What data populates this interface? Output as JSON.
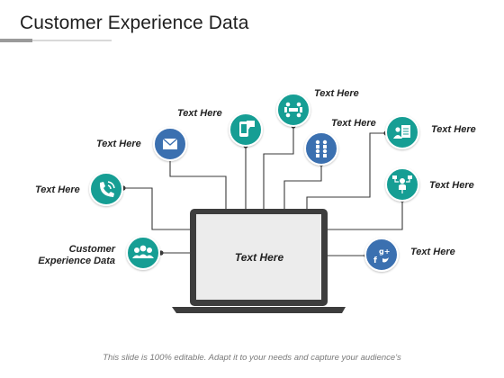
{
  "title": "Customer Experience Data",
  "center_label": "Text Here",
  "labels": {
    "left_main": "Customer Experience Data",
    "phone": "Text Here",
    "mail": "Text Here",
    "phone_chat": "Text Here",
    "meeting": "Text Here",
    "team": "Text Here",
    "clipboard": "Text Here",
    "org": "Text Here",
    "social": "Text Here"
  },
  "footer": "This slide is 100% editable. Adapt it to your needs and capture your audience's",
  "colors": {
    "blue": "#3a6fb0",
    "teal": "#169e94",
    "laptop_frame": "#3d3d3d",
    "screen": "#ececec",
    "connector": "#3a3a3a"
  },
  "icons": [
    "phone-icon",
    "mail-icon",
    "phone-chat-icon",
    "meeting-icon",
    "team-icon",
    "clipboard-icon",
    "org-chart-icon",
    "social-icon",
    "people-icon"
  ]
}
